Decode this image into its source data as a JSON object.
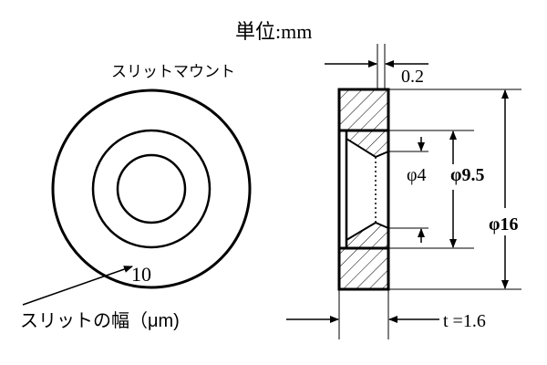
{
  "unit_label": "単位:mm",
  "front_view": {
    "title": "スリットマウント",
    "slit_width_value": "10",
    "slit_width_caption": "スリットの幅（μm)"
  },
  "section_view": {
    "gap_label": "0.2",
    "dia_small": "φ4",
    "dia_medium": "φ9.5",
    "dia_large": "φ16",
    "thickness_label": "t =1.6"
  }
}
